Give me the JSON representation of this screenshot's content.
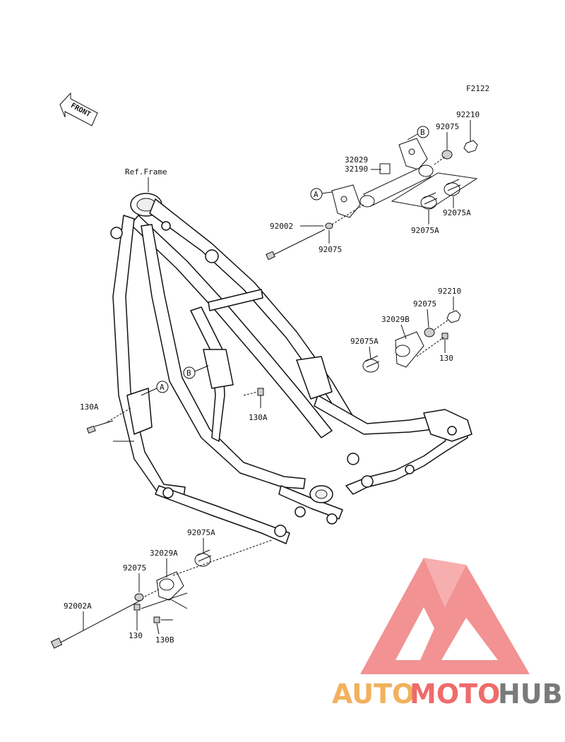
{
  "diagram": {
    "code": "F2122",
    "front_arrow": "FRONT",
    "ref_frame": "Ref.Frame",
    "callouts": {
      "a": "A",
      "b": "B"
    },
    "parts": {
      "p92210_top": "92210",
      "p92075_top": "92075",
      "p32029": "32029",
      "p32190": "32190",
      "p92002": "92002",
      "p92075_mid": "92075",
      "p92075A_r1": "92075A",
      "p92075A_r2": "92075A",
      "p92210_mid": "92210",
      "p92075_mid2": "92075",
      "p32029B": "32029B",
      "p92075A_mid": "92075A",
      "p130_mid": "130",
      "p130A_left": "130A",
      "p130A_center": "130A",
      "p92075A_bot": "92075A",
      "p32029A": "32029A",
      "p92075_bot": "92075",
      "p92002A": "92002A",
      "p130_bot": "130",
      "p130B": "130B"
    }
  },
  "watermark": {
    "part1": "AUTO",
    "part2": "MOTO",
    "part3": "HUB",
    "colors": {
      "orange": "#f2b15c",
      "red": "#ef6b6b",
      "grey": "#7a7a7a",
      "triangle": "#f07f7f"
    }
  }
}
